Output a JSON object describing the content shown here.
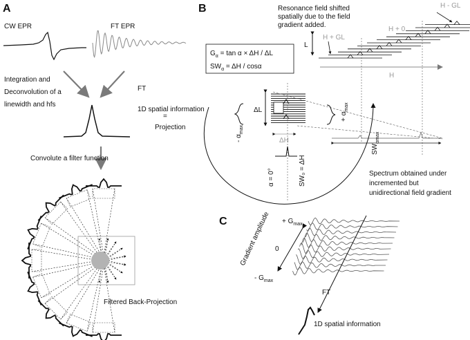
{
  "panels": {
    "a": "A",
    "b": "B",
    "c": "C"
  },
  "panel_a": {
    "cw_epr": "CW EPR",
    "ft_epr": "FT EPR",
    "integration_l1": "Integration and",
    "integration_l2": "Deconvolution of a",
    "integration_l3": "linewidth and hfs",
    "ft": "FT",
    "spatial_1d": "1D spatial information",
    "equals": "=",
    "projection": "Projection",
    "convolve": "Convolute a filter function",
    "fbp": "Filtered Back-Projection"
  },
  "panel_b": {
    "resonance_l1": "Resonance field shifted",
    "resonance_l2": "spatially due to the field",
    "resonance_l3": "gradient added.",
    "h_minus_gl": "H - GL",
    "h_zero": "H + 0",
    "h_plus_gl": "H + GL",
    "l": "L",
    "h": "H",
    "formula_g_base": "G",
    "formula_g_sub": "α",
    "formula_g_rest": " = tan α  × ΔH / ΔL",
    "formula_sw_base": "SW",
    "formula_sw_sub": "α",
    "formula_sw_rest": " = ΔH / cosα",
    "delta_l": "ΔL",
    "delta_h": "ΔH",
    "minus_alpha_max_base": "- α",
    "minus_alpha_max_sub": "max",
    "plus_alpha_max_base": "+ α",
    "plus_alpha_max_sub": "max",
    "alpha_zero": "α = 0°",
    "sw0": "SW₀ = ΔH",
    "sw_alpha_max_base": "SW",
    "sw_alpha_max_sub": "αmax",
    "spectrum_l1": "Spectrum obtained under",
    "spectrum_l2": "incremented but",
    "spectrum_l3": "unidirectional field gradient"
  },
  "panel_c": {
    "plus_gmax_base": "+ G",
    "plus_gmax_sub": "max",
    "zero": "0",
    "minus_gmax_base": "- G",
    "minus_gmax_sub": "max",
    "gradient_amplitude": "Gradient amplitude",
    "ft": "FT",
    "spatial_1d": "1D spatial information"
  },
  "colors": {
    "ink": "#111111",
    "arrow_gray": "#7a7a7a",
    "label_gray": "#9a9a9a",
    "sample_dot": "#b3b3b3"
  }
}
